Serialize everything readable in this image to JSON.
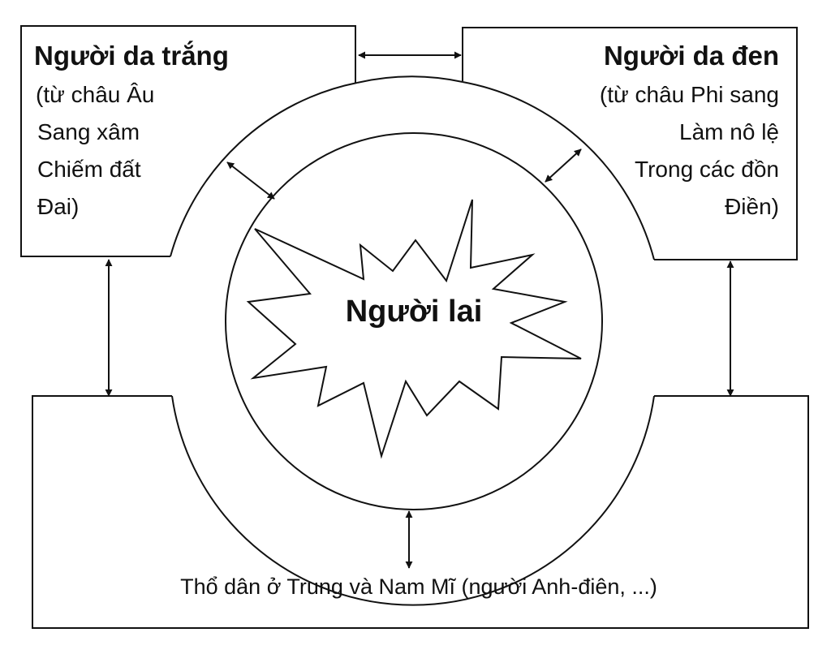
{
  "diagram": {
    "nodes": {
      "white": {
        "title": "Người da trắng",
        "lines": [
          "(từ châu Âu",
          "Sang xâm",
          "Chiếm đất",
          "Đai)"
        ]
      },
      "black": {
        "title": "Người da đen",
        "lines": [
          "(từ châu Phi sang",
          "Làm nô lệ",
          "Trong các đồn",
          "Điền)"
        ]
      },
      "native": {
        "label": "Thổ dân ở Trung và Nam Mĩ (người Anh-điên, ...)"
      },
      "mixed": {
        "label": "Người lai"
      }
    },
    "edges": [
      {
        "from": "white",
        "to": "black",
        "type": "bidirectional"
      },
      {
        "from": "white",
        "to": "native",
        "type": "bidirectional"
      },
      {
        "from": "black",
        "to": "native",
        "type": "bidirectional"
      },
      {
        "from": "white",
        "to": "mixed",
        "type": "bidirectional"
      },
      {
        "from": "black",
        "to": "mixed",
        "type": "bidirectional"
      },
      {
        "from": "native",
        "to": "mixed",
        "type": "bidirectional"
      }
    ],
    "colors": {
      "stroke": "#111111",
      "background": "#ffffff"
    }
  }
}
